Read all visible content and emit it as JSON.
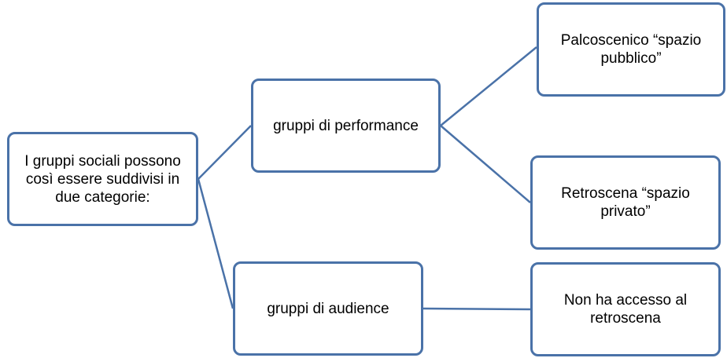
{
  "diagram": {
    "nodes": {
      "root": {
        "text": "I gruppi sociali possono così essere  suddivisi in due categorie:"
      },
      "performance": {
        "text": "gruppi di performance"
      },
      "audience": {
        "text": "gruppi di audience"
      },
      "palcoscenico": {
        "text": "Palcoscenico “spazio pubblico”"
      },
      "retroscena": {
        "text": "Retroscena “spazio privato”"
      },
      "non_ha_accesso": {
        "text": "Non ha accesso al retroscena"
      }
    },
    "edges": [
      {
        "from": "root",
        "to": "performance"
      },
      {
        "from": "root",
        "to": "audience"
      },
      {
        "from": "performance",
        "to": "palcoscenico"
      },
      {
        "from": "performance",
        "to": "retroscena"
      },
      {
        "from": "audience",
        "to": "non_ha_accesso"
      }
    ],
    "colors": {
      "border": "#4a72a8",
      "connector": "#4a72a8",
      "background": "#ffffff",
      "text": "#000000"
    }
  }
}
